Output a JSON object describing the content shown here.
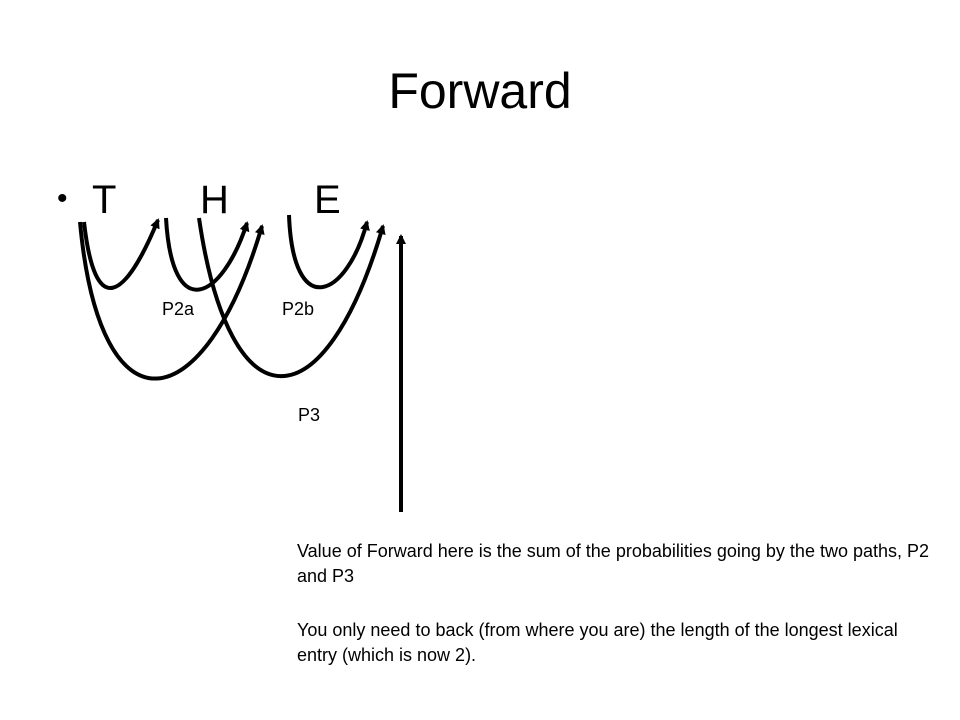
{
  "slide": {
    "title": "Forward",
    "bullet": "•",
    "letters": [
      "T",
      "H",
      "E"
    ],
    "path_labels": {
      "p2a": "P2a",
      "p2b": "P2b",
      "p3": "P3"
    },
    "notes": [
      "Value of Forward here is the sum of the probabilities going by the two paths, P2 and P3",
      "You only need to back (from where you are) the length of the longest lexical entry (which is now 2)."
    ]
  },
  "colors": {
    "background": "#ffffff",
    "ink": "#000000"
  }
}
